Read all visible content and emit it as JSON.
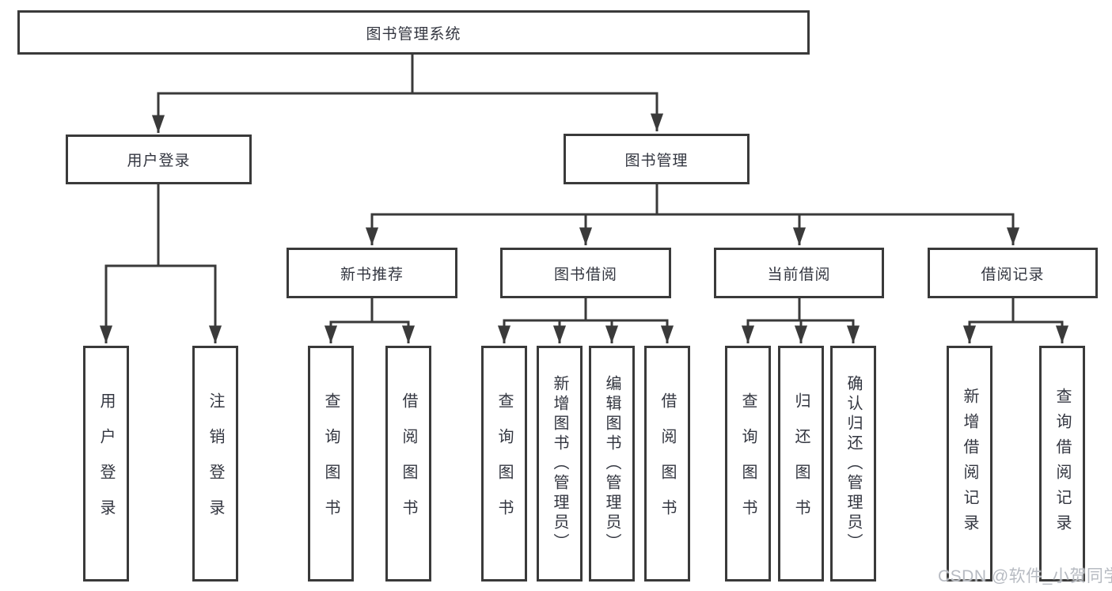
{
  "watermark": "CSDN @软件_小贺同学",
  "colors": {
    "line": "#3a3a3a",
    "box_border": "#3a3a3a",
    "box_fill": "#ffffff",
    "text": "#333640",
    "watermark": "#b7bbc2",
    "background": "#ffffff"
  },
  "tree": {
    "root": "图书管理系统",
    "branches": [
      {
        "label": "用户登录",
        "children": [
          "用户登录",
          "注销登录"
        ]
      },
      {
        "label": "图书管理",
        "children": [
          {
            "label": "新书推荐",
            "children": [
              "查询图书",
              "借阅图书"
            ]
          },
          {
            "label": "图书借阅",
            "children": [
              "查询图书",
              "新增图书（管理员）",
              "编辑图书（管理员）",
              "借阅图书"
            ]
          },
          {
            "label": "当前借阅",
            "children": [
              "查询图书",
              "归还图书",
              "确认归还（管理员）"
            ]
          },
          {
            "label": "借阅记录",
            "children": [
              "新增借阅记录",
              "查询借阅记录"
            ]
          }
        ]
      }
    ]
  }
}
